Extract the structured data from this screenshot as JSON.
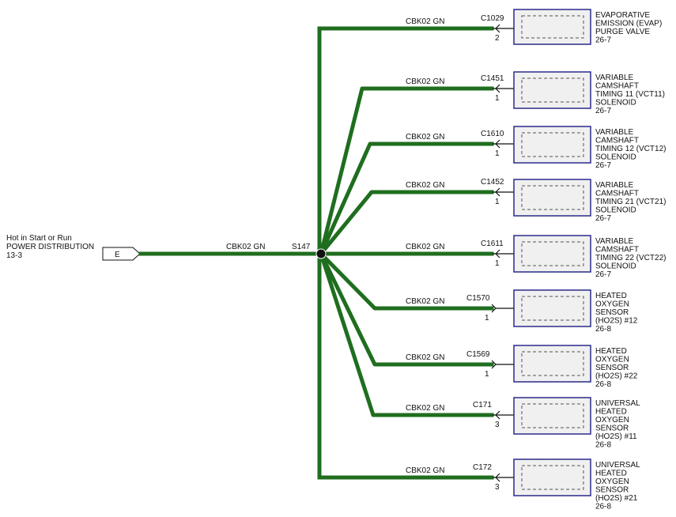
{
  "source": {
    "lines": [
      "Hot in Start or Run",
      "POWER DISTRIBUTION",
      "13-3"
    ],
    "connector": "E",
    "wire_label": "CBK02  GN"
  },
  "splice": {
    "label": "S147"
  },
  "colors": {
    "wire": "#1f6e1f",
    "component_border": "#2a2a8c",
    "component_fill": "#f0f0f0",
    "text": "#111111"
  },
  "branches": [
    {
      "wire_label": "CBK02  GN",
      "connector": "C1029",
      "pin": "2",
      "pin_style": "female",
      "component_lines": [
        "EVAPORATIVE",
        "EMISSION (EVAP)",
        "PURGE VALVE",
        "26-7"
      ]
    },
    {
      "wire_label": "CBK02  GN",
      "connector": "C1451",
      "pin": "1",
      "pin_style": "female",
      "component_lines": [
        "VARIABLE",
        "CAMSHAFT",
        "TIMING 11 (VCT11)",
        "SOLENOID",
        "26-7"
      ]
    },
    {
      "wire_label": "CBK02  GN",
      "connector": "C1610",
      "pin": "1",
      "pin_style": "female",
      "component_lines": [
        "VARIABLE",
        "CAMSHAFT",
        "TIMING 12 (VCT12)",
        "SOLENOID",
        "26-7"
      ]
    },
    {
      "wire_label": "CBK02  GN",
      "connector": "C1452",
      "pin": "1",
      "pin_style": "female",
      "component_lines": [
        "VARIABLE",
        "CAMSHAFT",
        "TIMING 21 (VCT21)",
        "SOLENOID",
        "26-7"
      ]
    },
    {
      "wire_label": "CBK02  GN",
      "connector": "C1611",
      "pin": "1",
      "pin_style": "female",
      "component_lines": [
        "VARIABLE",
        "CAMSHAFT",
        "TIMING 22 (VCT22)",
        "SOLENOID",
        "26-7"
      ]
    },
    {
      "wire_label": "CBK02  GN",
      "connector": "C1570",
      "pin": "1",
      "pin_style": "male",
      "component_lines": [
        "HEATED",
        "OXYGEN",
        "SENSOR",
        "(HO2S) #12",
        "26-8"
      ]
    },
    {
      "wire_label": "CBK02  GN",
      "connector": "C1569",
      "pin": "1",
      "pin_style": "male",
      "component_lines": [
        "HEATED",
        "OXYGEN",
        "SENSOR",
        "(HO2S) #22",
        "26-8"
      ]
    },
    {
      "wire_label": "CBK02  GN",
      "connector": "C171",
      "pin": "3",
      "pin_style": "female",
      "component_lines": [
        "UNIVERSAL",
        "HEATED",
        "OXYGEN",
        "SENSOR",
        "(HO2S) #11",
        "26-8"
      ]
    },
    {
      "wire_label": "CBK02  GN",
      "connector": "C172",
      "pin": "3",
      "pin_style": "female",
      "component_lines": [
        "UNIVERSAL",
        "HEATED",
        "OXYGEN",
        "SENSOR",
        "(HO2S) #21",
        "26-8"
      ]
    }
  ]
}
